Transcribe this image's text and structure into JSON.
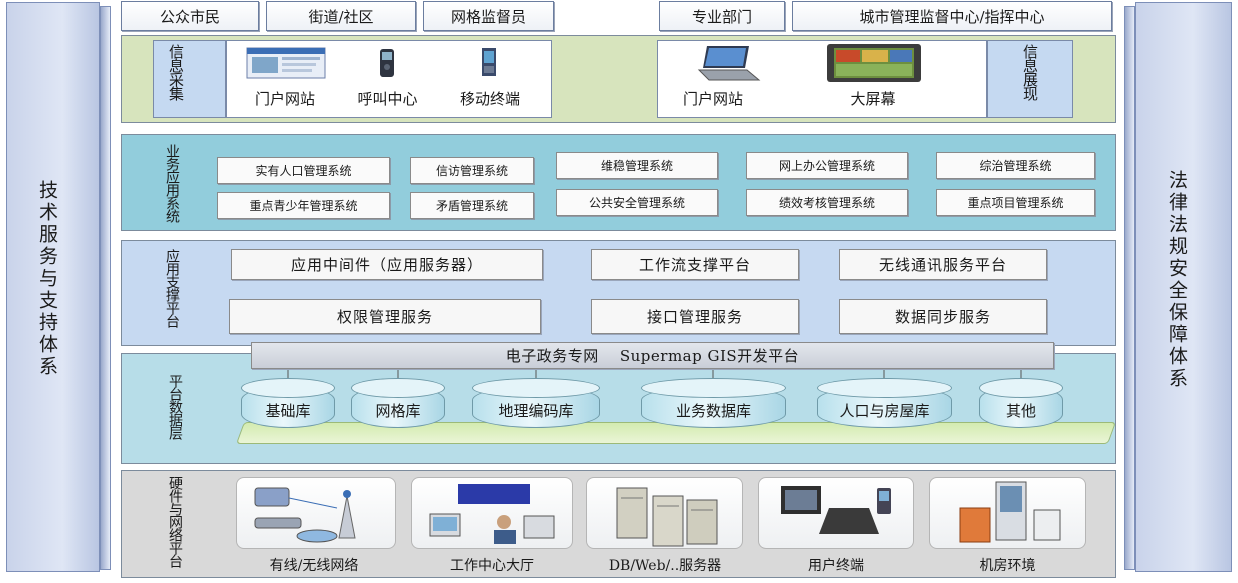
{
  "side": {
    "left": "技术服务与支持体系",
    "right": "法律法规安全保障体系"
  },
  "users": [
    "公众市民",
    "街道/社区",
    "网格监督员",
    "专业部门",
    "城市管理监督中心/指挥中心"
  ],
  "info": {
    "collect_label": "信息采集",
    "display_label": "信息展现",
    "collect_items": [
      "门户网站",
      "呼叫中心",
      "移动终端"
    ],
    "display_items": [
      "门户网站",
      "大屏幕"
    ]
  },
  "biz": {
    "label": "业务应用系统",
    "row1": [
      "实有人口管理系统",
      "信访管理系统",
      "维稳管理系统",
      "网上办公管理系统",
      "综治管理系统"
    ],
    "row2": [
      "重点青少年管理系统",
      "矛盾管理系统",
      "公共安全管理系统",
      "绩效考核管理系统",
      "重点项目管理系统"
    ]
  },
  "app": {
    "label": "应用支撑平台",
    "row1": [
      "应用中间件（应用服务器）",
      "工作流支撑平台",
      "无线通讯服务平台"
    ],
    "row2": [
      "权限管理服务",
      "接口管理服务",
      "数据同步服务"
    ]
  },
  "data": {
    "label": "平台数据层",
    "gis_bar": "电子政务专网    Supermap GIS开发平台",
    "dbs": [
      "基础库",
      "网格库",
      "地理编码库",
      "业务数据库",
      "人口与房屋库",
      "其他"
    ]
  },
  "hw": {
    "label": "硬件与网络平台",
    "items": [
      "有线/无线网络",
      "工作中心大厅",
      "DB/Web/..服务器",
      "用户终端",
      "机房环境"
    ]
  },
  "colors": {
    "info_layer": "#d7e4bd",
    "biz_layer": "#92cddc",
    "app_layer": "#c6d9f1",
    "data_layer": "#b7dde8",
    "hw_layer": "#d9d9d9"
  }
}
